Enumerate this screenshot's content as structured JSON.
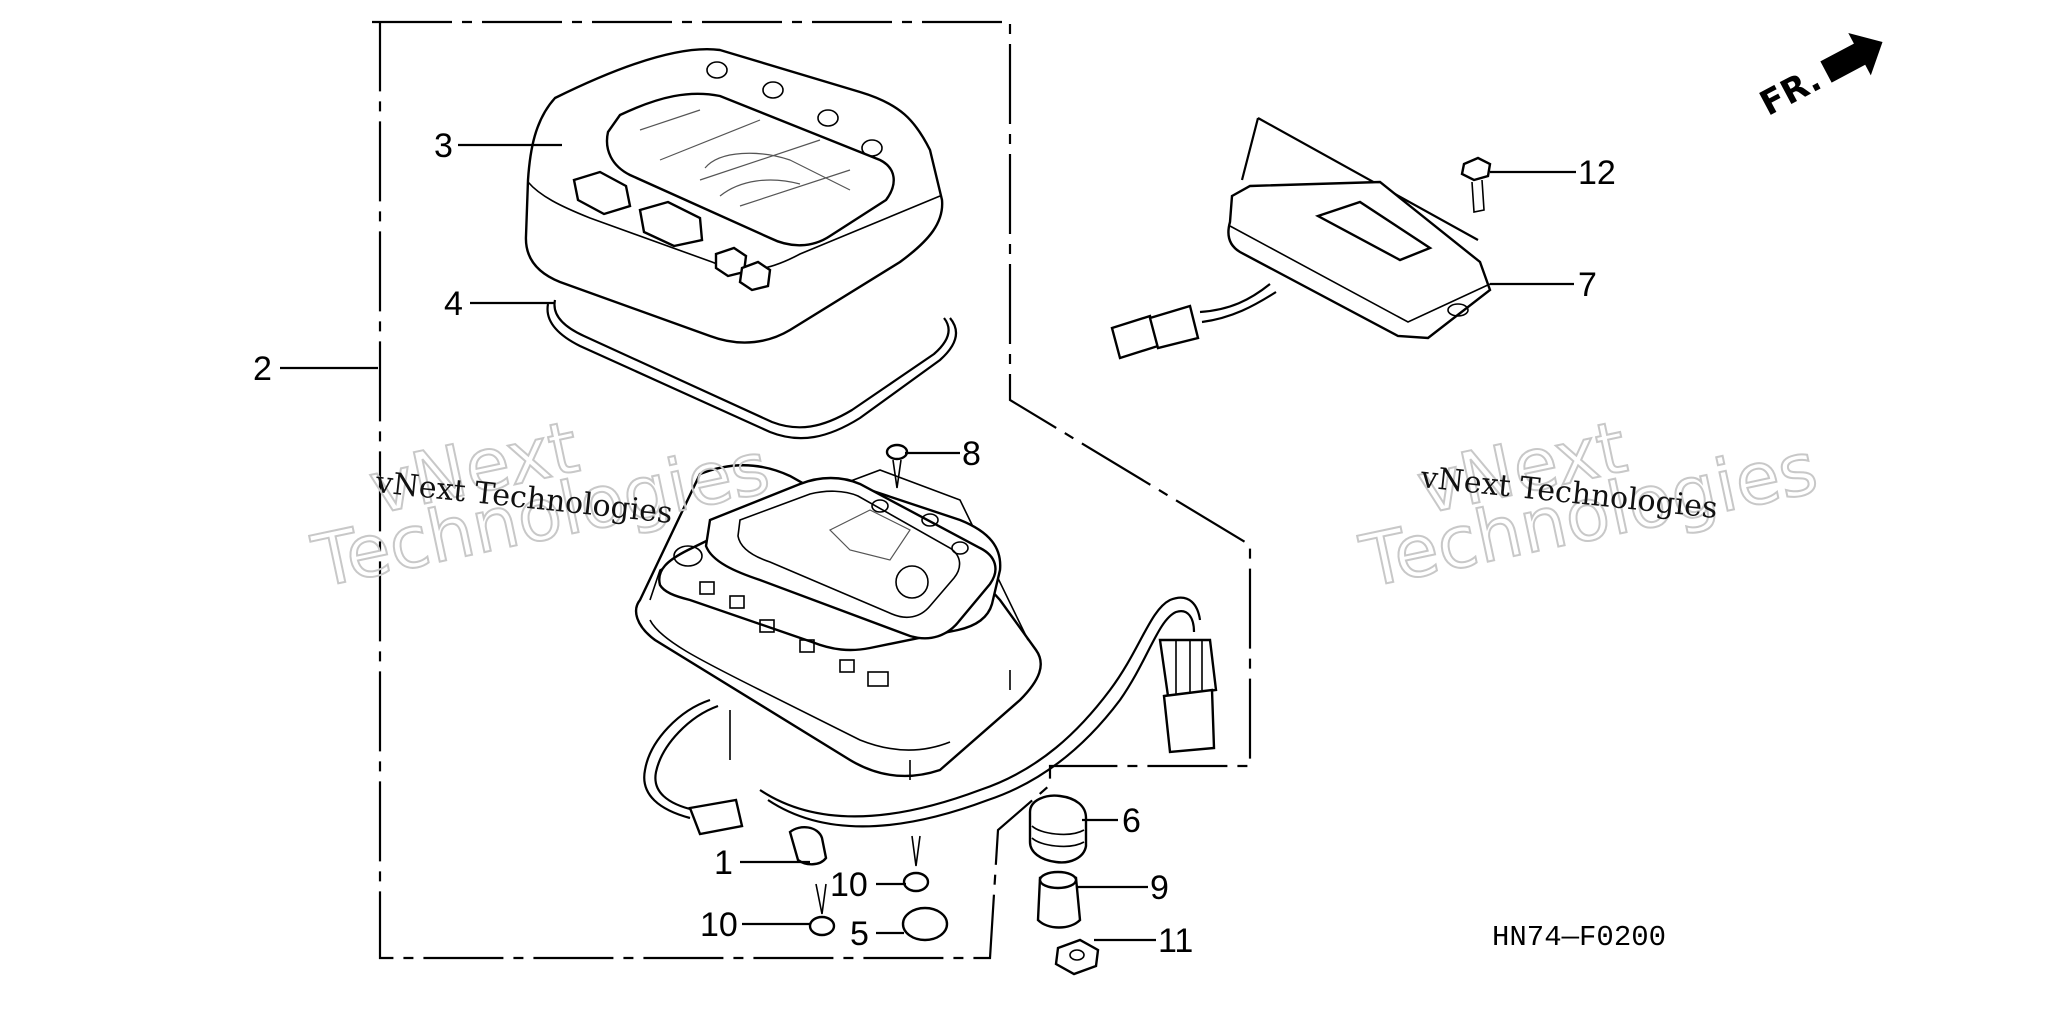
{
  "callouts": {
    "c1": "1",
    "c2": "2",
    "c3": "3",
    "c4": "4",
    "c5": "5",
    "c6": "6",
    "c7": "7",
    "c8": "8",
    "c9": "9",
    "c10a": "10",
    "c10b": "10",
    "c11": "11",
    "c12": "12"
  },
  "front_indicator": "FR.",
  "diagram_code": "HN74—F0200",
  "watermark": {
    "left_small": "vNext Technologies",
    "left_big_line1": "vNext",
    "left_big_line2": "Technologies",
    "right_small": "vNext Technologies",
    "right_big_line1": "vNext",
    "right_big_line2": "Technologies"
  }
}
